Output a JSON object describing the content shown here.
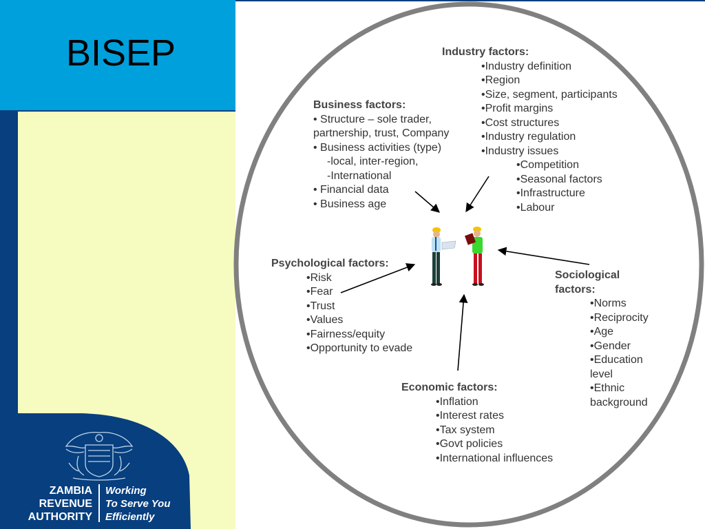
{
  "slide": {
    "title": "BISEP"
  },
  "logo": {
    "org_lines": [
      "ZAMBIA",
      "REVENUE",
      "AUTHORITY"
    ],
    "slogan_lines": [
      "Working",
      "To Serve You",
      "Efficiently"
    ],
    "emblem_icon": "coat-of-arms-icon"
  },
  "center_icon": "two-workers-icon",
  "colors": {
    "blue": "#00A0DC",
    "navy": "#073F7F",
    "cream": "#F6FBBF",
    "circle": "#808080"
  },
  "industry": {
    "heading": "Industry factors:",
    "items": [
      "•Industry definition",
      "•Region",
      "•Size, segment, participants",
      "•Profit margins",
      "•Cost structures",
      "•Industry regulation",
      "•Industry issues"
    ],
    "subitems": [
      "•Competition",
      "•Seasonal factors",
      "•Infrastructure",
      "•Labour"
    ]
  },
  "business": {
    "heading": "Business factors:",
    "items": [
      "• Structure – sole trader,",
      "partnership, trust, Company",
      "• Business activities (type)"
    ],
    "subitems": [
      "-local, inter-region,",
      "-International"
    ],
    "items2": [
      "• Financial data",
      "• Business age"
    ]
  },
  "psychological": {
    "heading": "Psychological factors:",
    "items": [
      "•Risk",
      "•Fear",
      "•Trust",
      "•Values",
      "•Fairness/equity",
      "•Opportunity to evade"
    ]
  },
  "sociological": {
    "heading_lines": [
      "Sociological",
      "factors:"
    ],
    "items": [
      "•Norms",
      "•Reciprocity",
      "•Age",
      "•Gender",
      "•Education",
      "level",
      "•Ethnic",
      "background"
    ]
  },
  "economic": {
    "heading": "Economic factors:",
    "items": [
      "•Inflation",
      "•Interest rates",
      "•Tax system",
      "•Govt policies",
      "•International influences"
    ]
  }
}
